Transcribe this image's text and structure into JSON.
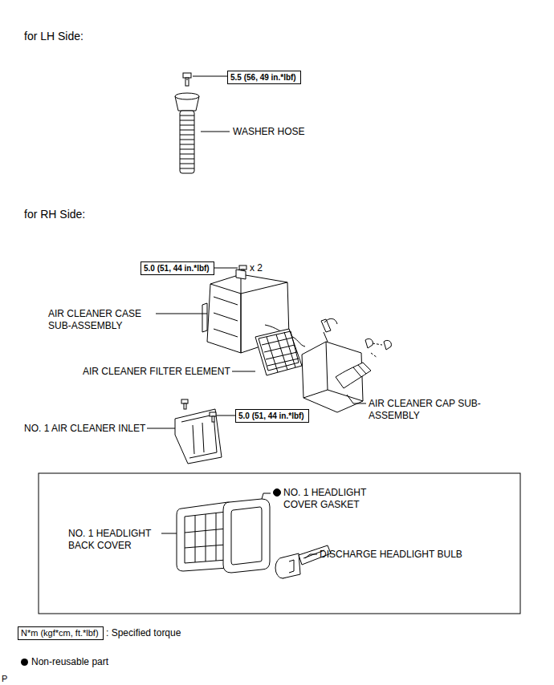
{
  "diagram": {
    "nodes": [
      {
        "text": [
          "5.5 (56, 49 in.*lbf)"
        ]
      },
      {
        "text": [
          "5.0 (51, 44 in.*lbf)"
        ]
      },
      {
        "text": [
          "5.0 (51, 44 in.*lbf)"
        ]
      },
      {
        "text": [
          "N*m (kgf*cm, ft.*lbf)"
        ]
      }
    ],
    "labels": [
      "for LH Side:",
      "WASHER HOSE",
      "for RH Side:",
      "x 2",
      "AIR CLEANER CASE SUB-ASSEMBLY",
      "AIR CLEANER FILTER ELEMENT",
      "AIR CLEANER CAP SUB-ASSEMBLY",
      "NO. 1 AIR CLEANER INLET",
      "NO. 1 HEADLIGHT COVER GASKET",
      "NO. 1 HEADLIGHT BACK COVER",
      "DISCHARGE HEADLIGHT BULB",
      ": Specified torque",
      "P"
    ],
    "legend": [
      {
        "text": "Non-reusable part"
      }
    ]
  }
}
